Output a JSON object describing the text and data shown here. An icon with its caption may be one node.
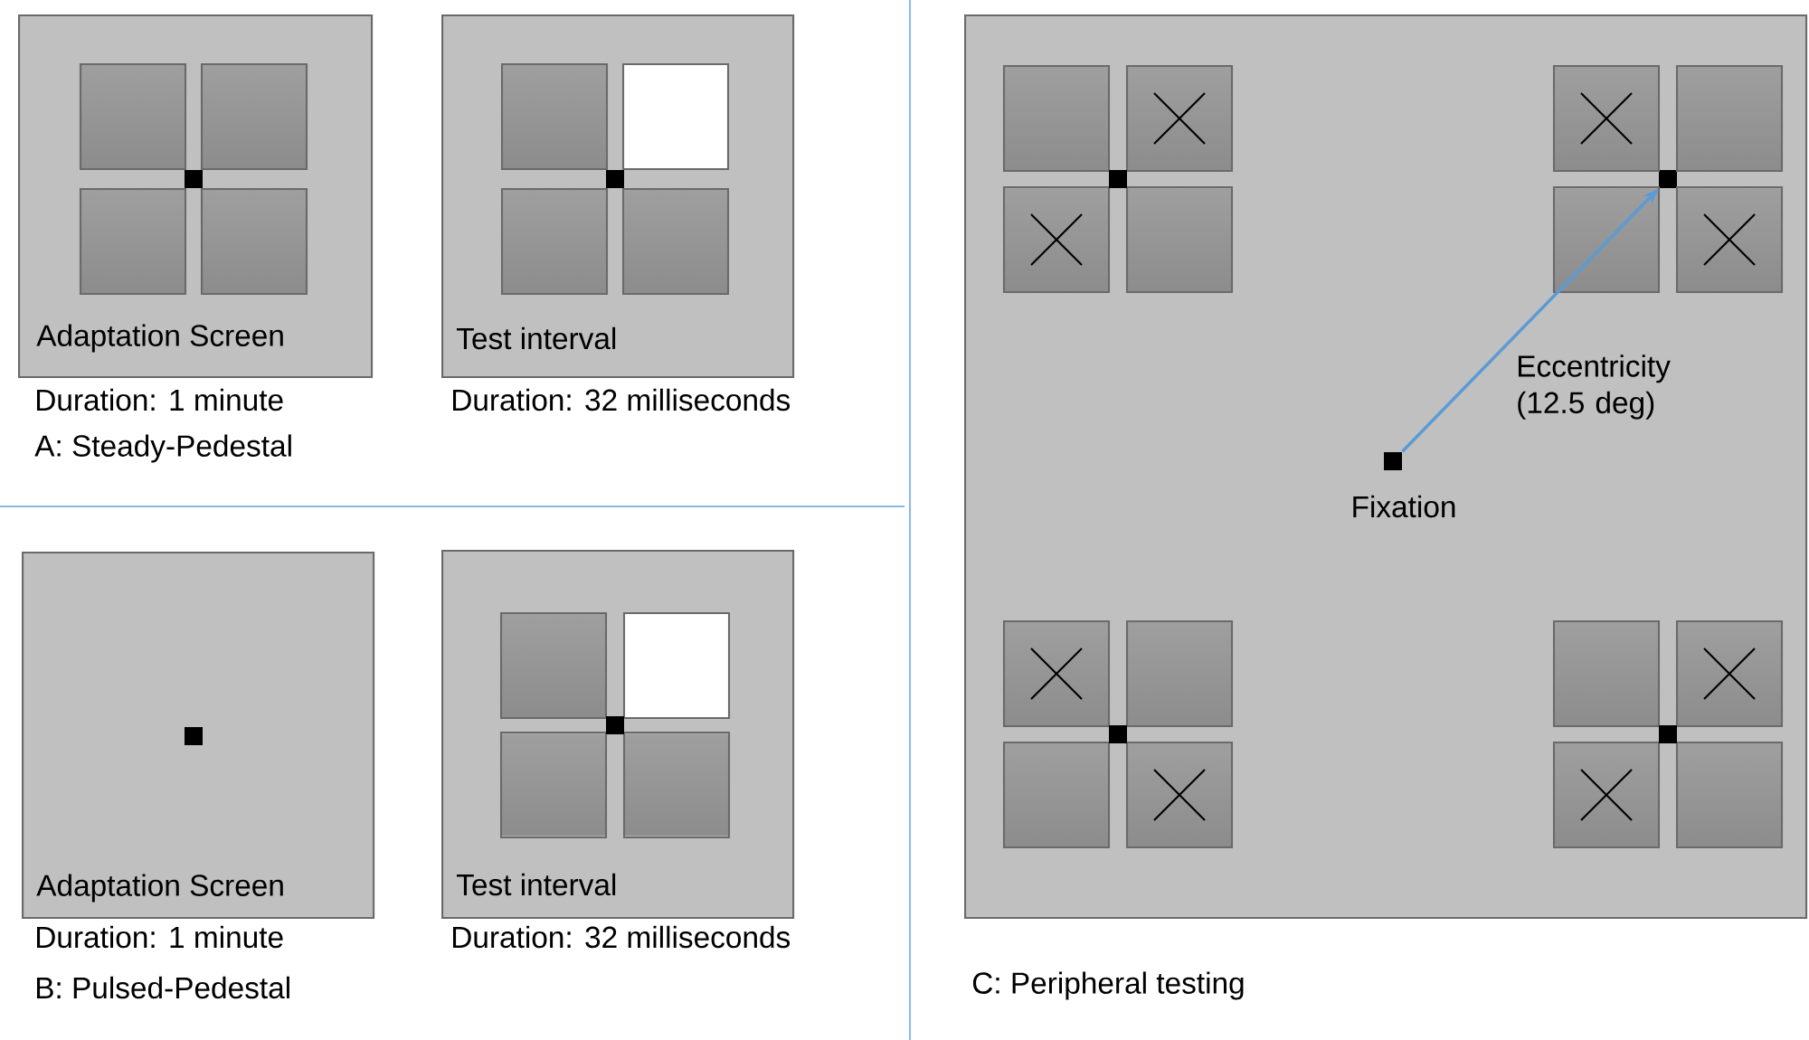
{
  "diagram": {
    "nodes": [
      {
        "text": [
          "Adaptation Screen"
        ],
        "beside": [
          "Duration: 1 minute"
        ]
      },
      {
        "text": [
          "Test interval"
        ],
        "beside": [
          "Duration: 32 milliseconds"
        ]
      },
      {
        "text": [
          "Adaptation Screen"
        ],
        "beside": [
          "Duration: 1 minute"
        ]
      },
      {
        "text": [
          "Test interval"
        ],
        "beside": [
          "Duration: 32 milliseconds"
        ]
      },
      {
        "text": [],
        "shape": "box"
      },
      {
        "text": [],
        "shape": "box",
        "in": 4,
        "beside": [
          "Fixation"
        ]
      },
      {
        "text": [],
        "shape": "box",
        "in": 4
      }
    ],
    "edges": [
      {
        "from": 5,
        "to": 6,
        "arrow": "to",
        "label": "Eccentricity (12.5 deg)",
        "color": "#5b9bd5"
      }
    ],
    "labels": [
      "A: Steady-Pedestal",
      "B: Pulsed-Pedestal",
      "C: Peripheral testing"
    ]
  }
}
